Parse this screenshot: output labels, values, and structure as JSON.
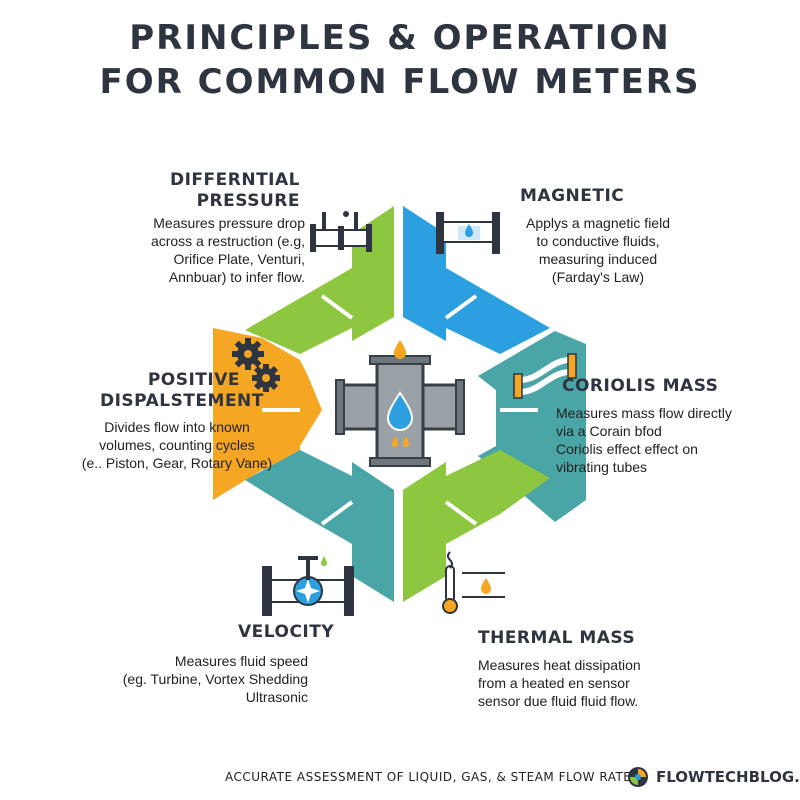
{
  "title": {
    "line1": "PRINCIPLES & OPERATION",
    "line2": "FOR COMMON FLOW METERS"
  },
  "colors": {
    "differential": "#8dc63f",
    "magnetic": "#2b9fe0",
    "coriolis": "#4aa5a6",
    "positive": "#f5a623",
    "velocity": "#4aa5a6",
    "thermal": "#8dc63f",
    "pipe": "#9aa1a7",
    "water": "#2b9fe0",
    "flame": "#f5a623"
  },
  "segments": {
    "differential": {
      "heading": [
        "DIFFERNTIAL",
        "PRESSURE"
      ],
      "desc": [
        "Measures pressure drop",
        "across a restruction (e.g,",
        "Orifice Plate, Venturi,",
        "Annbuar) to infer flow."
      ],
      "icon": "orifice-pipe-icon"
    },
    "magnetic": {
      "heading": [
        "MAGNETIC"
      ],
      "desc": [
        "Applys a magnetic field",
        "to conductive fluids,",
        "measuring induced",
        "(Farday's Law)"
      ],
      "icon": "magnetic-pipe-icon"
    },
    "coriolis": {
      "heading": [
        "CORIOLIS MASS"
      ],
      "desc": [
        "Measures mass flow directly",
        "via a Corain bfod",
        "Coriolis effect effect on",
        "vibrating tubes"
      ],
      "icon": "coriolis-tube-icon"
    },
    "positive": {
      "heading": [
        "POSITIVE",
        "DISPALSTEMENT"
      ],
      "desc": [
        "Divides flow into known",
        "volumes, counting cycles",
        "(e.. Piston, Gear, Rotary Vane)"
      ],
      "icon": "gears-icon"
    },
    "velocity": {
      "heading": [
        "VELOCITY"
      ],
      "desc": [
        "Measures fluid speed",
        "(eg. Turbine, Vortex Shedding",
        "Ultrasonic"
      ],
      "icon": "turbine-pipe-icon"
    },
    "thermal": {
      "heading": [
        "THERMAL MASS"
      ],
      "desc": [
        "Measures heat dissipation",
        "from a heated en sensor",
        "sensor due fluid fluid flow."
      ],
      "icon": "thermometer-icon"
    }
  },
  "center_icon": "pipe-cross-droplet-icon",
  "footer": "ACCURATE ASSESSMENT OF LIQUID, GAS, & STEAM FLOW RATES",
  "brand": {
    "text": "FLOWTECHBLOG.COM",
    "icon": "flowtech-logo-icon"
  }
}
